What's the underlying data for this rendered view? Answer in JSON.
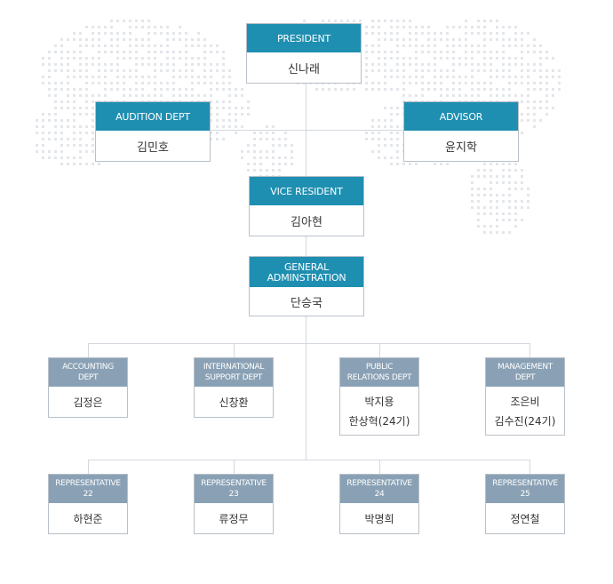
{
  "colors": {
    "primary_header": "#1f8fb1",
    "secondary_header": "#8aa1b5",
    "border": "#b9c0c8",
    "connector": "#d4d9df",
    "map_dots": "#e3e6ea"
  },
  "chart": {
    "president": {
      "title": "PRESIDENT",
      "name": "신나래"
    },
    "audition": {
      "title": "AUDITION DEPT",
      "name": "김민호"
    },
    "advisor": {
      "title": "ADVISOR",
      "name": "윤지학"
    },
    "vice": {
      "title": "VICE RESIDENT",
      "name": "김아현"
    },
    "general": {
      "title_line1": "GENERAL",
      "title_line2": "ADMINSTRATION",
      "name": "단승국"
    },
    "depts": [
      {
        "title_line1": "ACCOUNTING",
        "title_line2": "DEPT",
        "name_line1": "김정은",
        "name_line2": ""
      },
      {
        "title_line1": "INTERNATIONAL",
        "title_line2": "SUPPORT DEPT",
        "name_line1": "신창환",
        "name_line2": ""
      },
      {
        "title_line1": "PUBLIC",
        "title_line2": "RELATIONS DEPT",
        "name_line1": "박지용",
        "name_line2": "한상혁(24기)"
      },
      {
        "title_line1": "MANAGEMENT",
        "title_line2": "DEPT",
        "name_line1": "조은비",
        "name_line2": "김수진(24기)"
      }
    ],
    "reps": [
      {
        "title_line1": "REPRESENTATIVE",
        "title_line2": "22",
        "name": "하현준"
      },
      {
        "title_line1": "REPRESENTATIVE",
        "title_line2": "23",
        "name": "류정무"
      },
      {
        "title_line1": "REPRESENTATIVE",
        "title_line2": "24",
        "name": "박명희"
      },
      {
        "title_line1": "REPRESENTATIVE",
        "title_line2": "25",
        "name": "정연철"
      }
    ]
  }
}
